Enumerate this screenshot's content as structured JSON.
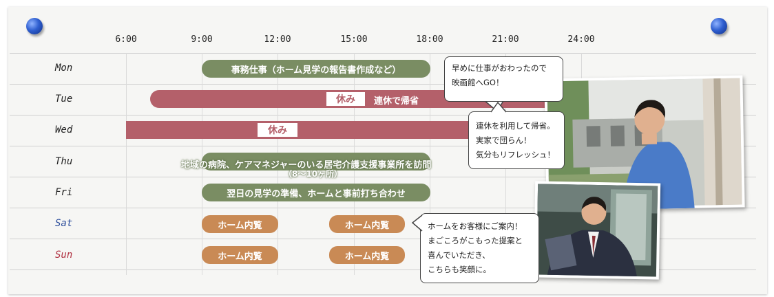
{
  "time_axis": [
    "6:00",
    "9:00",
    "12:00",
    "15:00",
    "18:00",
    "21:00",
    "24:00"
  ],
  "days": [
    {
      "label": "Mon",
      "color": "#222222"
    },
    {
      "label": "Tue",
      "color": "#222222"
    },
    {
      "label": "Wed",
      "color": "#222222"
    },
    {
      "label": "Thu",
      "color": "#222222"
    },
    {
      "label": "Fri",
      "color": "#222222"
    },
    {
      "label": "Sat",
      "color": "#2b4c9b"
    },
    {
      "label": "Sun",
      "color": "#b03040"
    }
  ],
  "events": {
    "mon": "事務仕事（ホーム見学の報告書作成など）",
    "tue_rest": "休み",
    "tue_note": "連休で帰省",
    "wed_rest": "休み",
    "thu_line1": "地域の病院、ケアマネジャーのいる居宅介護支援事業所を訪問",
    "thu_line2": "（8〜10ヶ所）",
    "fri": "翌日の見学の準備、ホームと事前打ち合わせ",
    "sat_1": "ホーム内覧",
    "sat_2": "ホーム内覧",
    "sun_1": "ホーム内覧",
    "sun_2": "ホーム内覧"
  },
  "bubbles": {
    "b1": [
      "早めに仕事がおわったので",
      "映画館へGO！"
    ],
    "b2": [
      "連休を利用して帰省。",
      "実家で団らん！",
      "気分もリフレッシュ！"
    ],
    "b3": [
      "ホームをお客様にご案内！",
      "まごころがこもった提案と",
      "喜んでいただき、",
      "こちらも笑顔に。"
    ]
  },
  "colors": {
    "work_green": "#7a8d63",
    "holiday_red": "#b4606a",
    "tour_orange": "#c98a55",
    "pin_blue": "#2f5fd0"
  }
}
